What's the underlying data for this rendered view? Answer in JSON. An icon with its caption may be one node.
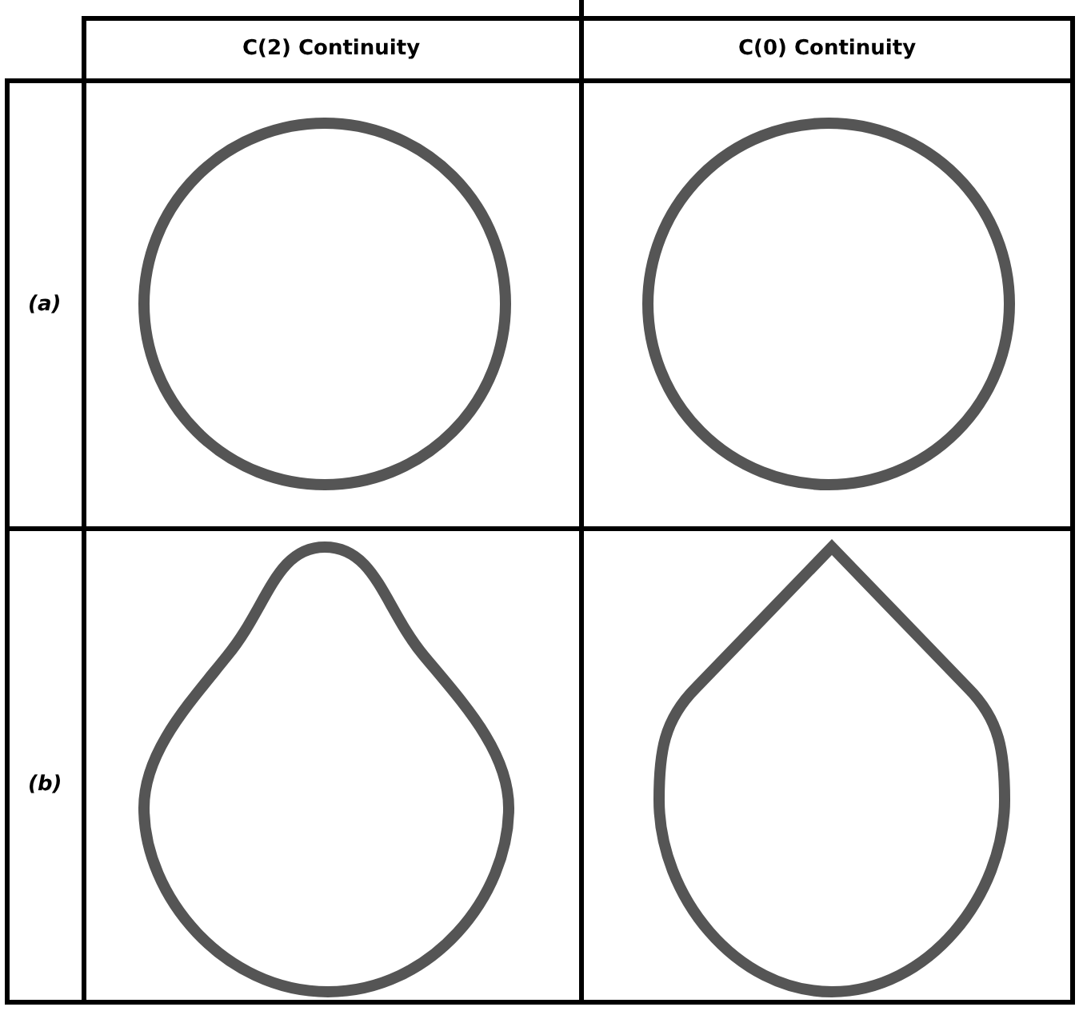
{
  "diagram": {
    "labels": [
      "C(2) Continuity",
      "C(0) Continuity",
      "(a)",
      "(b)"
    ]
  }
}
